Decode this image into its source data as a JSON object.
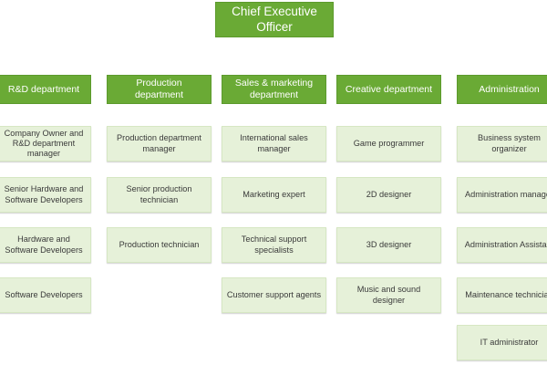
{
  "ceo": {
    "title": "Chief Executive Officer"
  },
  "columns": [
    {
      "header": "R&D department",
      "items": [
        "Company Owner and R&D department manager",
        "Senior Hardware and Software Developers",
        "Hardware and Software Developers",
        "Software Developers"
      ]
    },
    {
      "header": "Production department",
      "items": [
        "Production department manager",
        "Senior production technician",
        "Production technician"
      ]
    },
    {
      "header": "Sales & marketing department",
      "items": [
        "International sales manager",
        "Marketing expert",
        "Technical support specialists",
        "Customer support agents"
      ]
    },
    {
      "header": "Creative department",
      "items": [
        "Game programmer",
        "2D designer",
        "3D designer",
        "Music and sound designer"
      ]
    },
    {
      "header": "Administration",
      "items": [
        "Business system organizer",
        "Administration manager",
        "Administration Assistant",
        "Maintenance technician",
        "IT administrator"
      ]
    }
  ],
  "colors": {
    "header_green": "#6aaa35",
    "box_light": "#e6f1d9",
    "text_dark": "#3a3a3a"
  }
}
